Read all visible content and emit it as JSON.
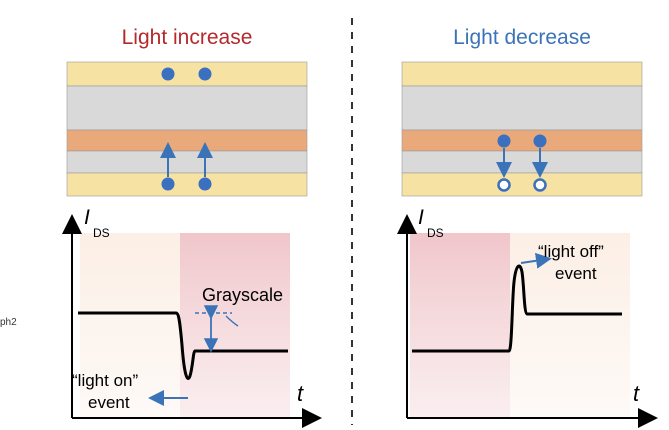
{
  "left_panel": {
    "title": "Light increase",
    "title_color": "#b5292c",
    "axis_y_main": "I",
    "axis_y_sub": "DS",
    "axis_x": "t",
    "annotation_grayscale": "Grayscale",
    "annotation_event_line1": "“light on”",
    "annotation_event_line2": "event"
  },
  "right_panel": {
    "title": "Light decrease",
    "title_color": "#3b73b9",
    "axis_y_main": "I",
    "axis_y_sub": "DS",
    "axis_x": "t",
    "annotation_event_line1": "“light off”",
    "annotation_event_line2": "event"
  },
  "side_text": "ph2",
  "colors": {
    "layer_yellow": "#f6e3a4",
    "layer_gray": "#d9d9d9",
    "layer_orange": "#e9a97a",
    "carrier_blue": "#3b6fc0",
    "arrow_blue": "#3b73b9",
    "bg_peach": "#fbeee4",
    "bg_pink": "#f2cfd2"
  },
  "icons": [
    "electron-filled-icon",
    "hole-open-icon",
    "up-arrow-icon",
    "down-arrow-icon"
  ]
}
